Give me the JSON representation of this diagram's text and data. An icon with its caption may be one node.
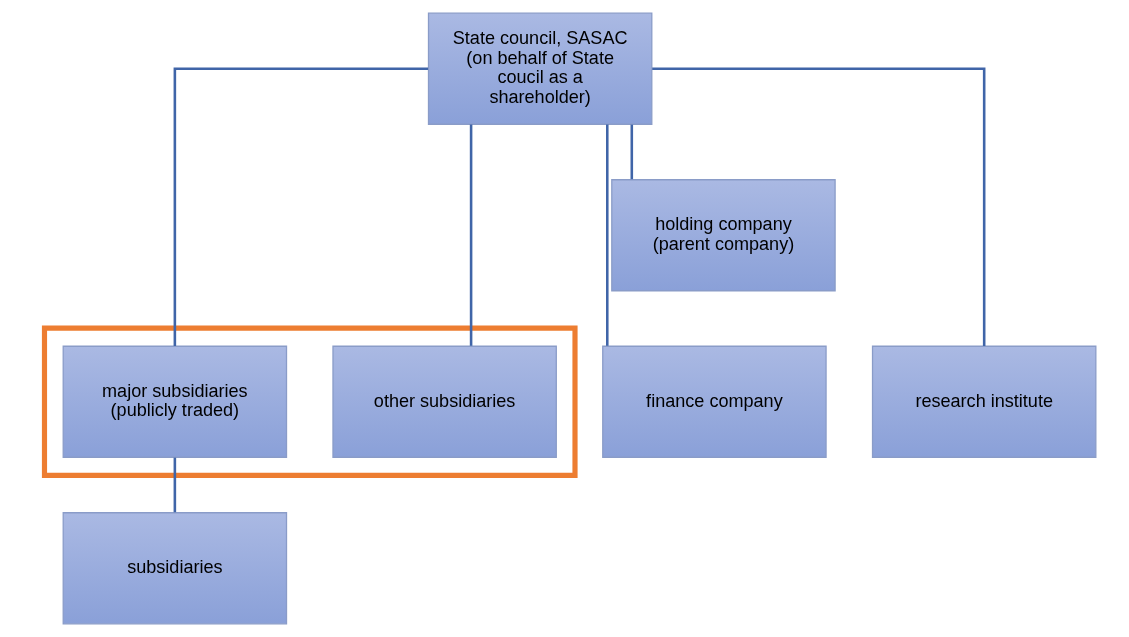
{
  "diagram": {
    "nodes": [
      {
        "text": [
          "State council, SASAC (on behalf of State coucil as a shareholder)"
        ]
      },
      {
        "text": [
          "holding company (parent company)"
        ]
      },
      {
        "text": [],
        "shape": "box"
      },
      {
        "text": [
          "major subsidiaries (publicly traded)"
        ],
        "in": 2
      },
      {
        "text": [
          "other subsidiaries"
        ],
        "in": 2
      },
      {
        "text": [
          "finance company"
        ]
      },
      {
        "text": [
          "research institute"
        ]
      },
      {
        "text": [
          "subsidiaries"
        ]
      }
    ],
    "edges": [
      {
        "from": 0,
        "to": 1,
        "arrow": "none"
      },
      {
        "from": 0,
        "to": 3,
        "arrow": "none"
      },
      {
        "from": 0,
        "to": 4,
        "arrow": "none"
      },
      {
        "from": 0,
        "to": 5,
        "arrow": "none"
      },
      {
        "from": 0,
        "to": 6,
        "arrow": "none"
      },
      {
        "from": 3,
        "to": 7,
        "arrow": "none"
      }
    ]
  }
}
